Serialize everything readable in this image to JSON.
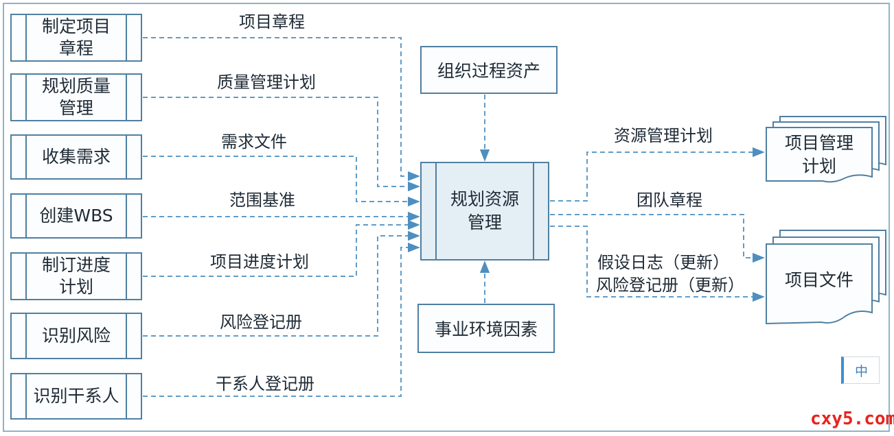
{
  "inputs": [
    "制定项目\n章程",
    "规划质量\n管理",
    "收集需求",
    "创建WBS",
    "制订进度\n计划",
    "识别风险",
    "识别干系人"
  ],
  "input_labels": [
    "项目章程",
    "质量管理计划",
    "需求文件",
    "范围基准",
    "项目进度计划",
    "风险登记册",
    "干系人登记册"
  ],
  "center_process": "规划资源\n管理",
  "top_box": "组织过程资产",
  "bottom_box": "事业环境因素",
  "output_labels": {
    "resource_plan": "资源管理计划",
    "team_charter": "团队章程",
    "assumption_log": "假设日志（更新）",
    "risk_register": "风险登记册（更新）"
  },
  "output_docs": {
    "project_plan": "项目管理\n计划",
    "project_docs": "项目文件"
  },
  "lang_badge": "中",
  "watermark": "cxy5.com"
}
